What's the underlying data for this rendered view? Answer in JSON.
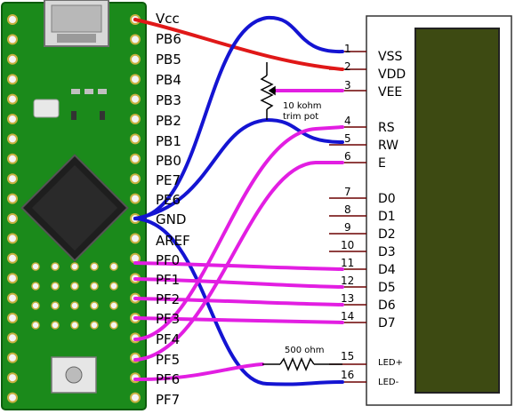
{
  "mcu_pins": [
    "Vcc",
    "PB6",
    "PB5",
    "PB4",
    "PB3",
    "PB2",
    "PB1",
    "PB0",
    "PE7",
    "PE6",
    "GND",
    "AREF",
    "PF0",
    "PF1",
    "PF2",
    "PF3",
    "PF4",
    "PF5",
    "PF6",
    "PF7"
  ],
  "lcd": {
    "pins": [
      {
        "num": "1",
        "label": "VSS"
      },
      {
        "num": "2",
        "label": "VDD"
      },
      {
        "num": "3",
        "label": "VEE"
      },
      {
        "num": "4",
        "label": "RS"
      },
      {
        "num": "5",
        "label": "RW"
      },
      {
        "num": "6",
        "label": "E"
      },
      {
        "num": "7",
        "label": "D0"
      },
      {
        "num": "8",
        "label": "D1"
      },
      {
        "num": "9",
        "label": "D2"
      },
      {
        "num": "10",
        "label": "D3"
      },
      {
        "num": "11",
        "label": "D4"
      },
      {
        "num": "12",
        "label": "D5"
      },
      {
        "num": "13",
        "label": "D6"
      },
      {
        "num": "14",
        "label": "D7"
      },
      {
        "num": "15",
        "label": "LED+"
      },
      {
        "num": "16",
        "label": "LED-"
      }
    ],
    "screen_color": "#3d4a12"
  },
  "trimpot": {
    "label_line1": "10 kohm",
    "label_line2": "trim pot"
  },
  "resistor": {
    "label": "500 ohm"
  },
  "colors": {
    "vcc_wire": "#e01818",
    "gnd_wire": "#1414d2",
    "signal_wire": "#e21ee2",
    "board": "#1b8a1b"
  }
}
